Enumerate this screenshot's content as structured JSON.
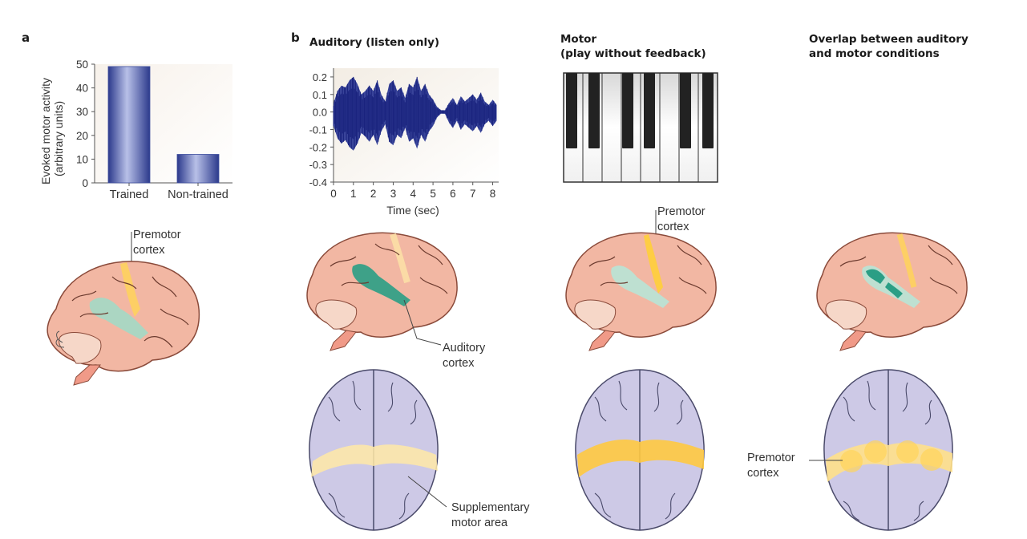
{
  "panel_a": {
    "label": "a",
    "premotor_label_line1": "Premotor",
    "premotor_label_line2": "cortex"
  },
  "panel_b": {
    "label": "b",
    "auditory_title": "Auditory (listen only)",
    "motor_title_line1": "Motor",
    "motor_title_line2": "(play without feedback)",
    "overlap_title_line1": "Overlap between auditory",
    "overlap_title_line2": "and motor conditions",
    "auditory_cortex_line1": "Auditory",
    "auditory_cortex_line2": "cortex",
    "sma_line1": "Supplementary",
    "sma_line2": "motor area",
    "motor_premotor_line1": "Premotor",
    "motor_premotor_line2": "cortex",
    "overlap_premotor_line1": "Premotor",
    "overlap_premotor_line2": "cortex"
  },
  "chart_data": [
    {
      "type": "bar",
      "categories": [
        "Trained",
        "Non-trained"
      ],
      "values": [
        49,
        12
      ],
      "xlabel": "",
      "ylabel": "Evoked motor activity (arbitrary units)",
      "ylabel_line1": "Evoked motor activity",
      "ylabel_line2": "(arbitrary units)",
      "ylim": [
        0,
        50
      ],
      "yticks": [
        0,
        10,
        20,
        30,
        40,
        50
      ],
      "bar_color": "#3f4f9e"
    },
    {
      "type": "area",
      "xlabel": "Time (sec)",
      "ylabel": "",
      "xlim": [
        0,
        8.3
      ],
      "ylim": [
        -0.4,
        0.25
      ],
      "xticks": [
        0,
        1,
        2,
        3,
        4,
        5,
        6,
        7,
        8
      ],
      "yticks": [
        0.2,
        0.1,
        0.0,
        -0.1,
        -0.2,
        -0.3,
        -0.4
      ],
      "ytick_labels": [
        "0.2",
        "0.1",
        "0.0",
        "-0.1",
        "-0.2",
        "-0.3",
        "-0.4"
      ],
      "series_color": "#283593",
      "envelope": {
        "x": [
          0.0,
          0.2,
          0.4,
          0.6,
          0.8,
          1.0,
          1.2,
          1.4,
          1.6,
          1.8,
          2.0,
          2.2,
          2.4,
          2.6,
          2.8,
          3.0,
          3.2,
          3.4,
          3.6,
          3.8,
          4.0,
          4.2,
          4.4,
          4.6,
          4.8,
          5.0,
          5.2,
          5.4,
          5.6,
          5.8,
          6.0,
          6.2,
          6.4,
          6.6,
          6.8,
          7.0,
          7.2,
          7.4,
          7.6,
          7.8,
          8.0,
          8.2
        ],
        "upper": [
          0.05,
          0.12,
          0.15,
          0.14,
          0.18,
          0.2,
          0.16,
          0.1,
          0.12,
          0.15,
          0.12,
          0.18,
          0.1,
          0.06,
          0.16,
          0.18,
          0.12,
          0.14,
          0.08,
          0.16,
          0.14,
          0.2,
          0.12,
          0.16,
          0.1,
          0.07,
          0.03,
          0.01,
          0.01,
          0.05,
          0.08,
          0.04,
          0.09,
          0.06,
          0.08,
          0.1,
          0.07,
          0.11,
          0.06,
          0.04,
          0.07,
          0.04
        ],
        "lower": [
          -0.08,
          -0.15,
          -0.18,
          -0.16,
          -0.2,
          -0.22,
          -0.18,
          -0.12,
          -0.14,
          -0.17,
          -0.13,
          -0.19,
          -0.11,
          -0.07,
          -0.17,
          -0.19,
          -0.13,
          -0.15,
          -0.09,
          -0.17,
          -0.15,
          -0.21,
          -0.13,
          -0.17,
          -0.11,
          -0.08,
          -0.03,
          -0.01,
          -0.01,
          -0.06,
          -0.09,
          -0.05,
          -0.1,
          -0.07,
          -0.09,
          -0.11,
          -0.08,
          -0.12,
          -0.07,
          -0.05,
          -0.08,
          -0.05
        ]
      }
    }
  ]
}
